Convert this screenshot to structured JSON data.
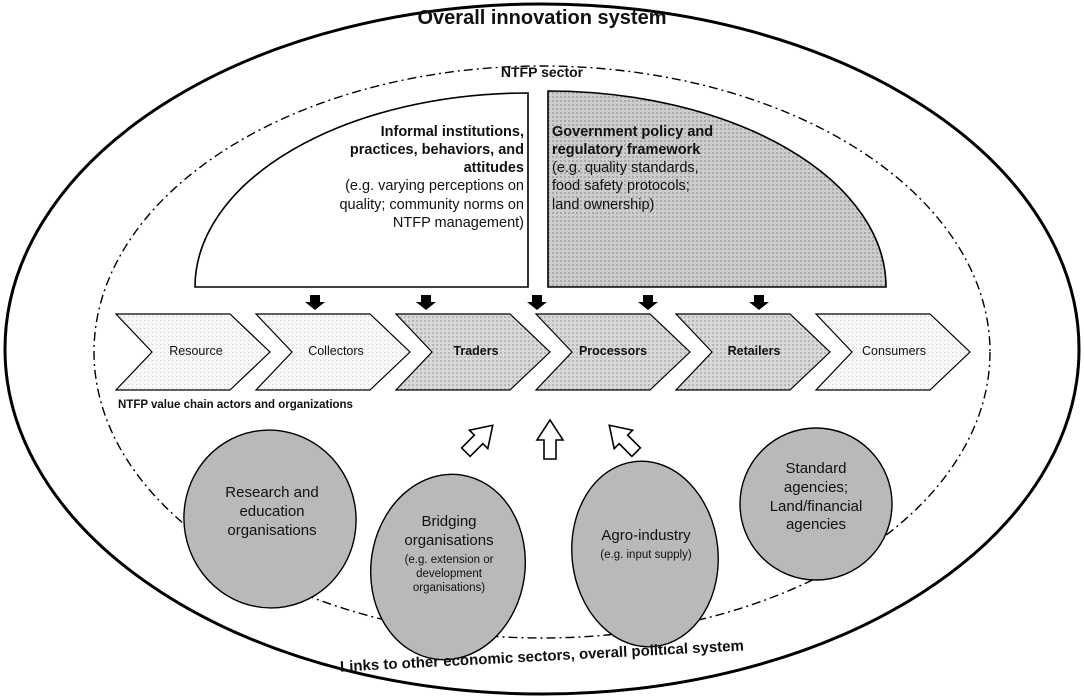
{
  "title": "Overall innovation system",
  "sector_label": "NTFP sector",
  "bottom_label": "Links to other economic sectors, overall political system",
  "informal": {
    "heading": "Informal institutions, practices, behaviors, and attitudes",
    "body": "(e.g. varying perceptions on quality; community norms on NTFP management)"
  },
  "government": {
    "heading": "Government policy and regulatory framework",
    "body": "(e.g. quality standards, food safety protocols; land ownership)"
  },
  "value_chain": {
    "caption": "NTFP value chain actors and organizations",
    "actors": [
      {
        "label": "Resource",
        "bold": false,
        "fill": "#f2f2f2"
      },
      {
        "label": "Collectors",
        "bold": false,
        "fill": "#f2f2f2"
      },
      {
        "label": "Traders",
        "bold": true,
        "fill": "#c8c8c8"
      },
      {
        "label": "Processors",
        "bold": true,
        "fill": "#c8c8c8"
      },
      {
        "label": "Retailers",
        "bold": true,
        "fill": "#c8c8c8"
      },
      {
        "label": "Consumers",
        "bold": false,
        "fill": "#f2f2f2"
      }
    ]
  },
  "organisations": [
    {
      "label": "Research and education organisations",
      "sub": ""
    },
    {
      "label": "Bridging organisations",
      "sub": "(e.g. extension or development organisations)"
    },
    {
      "label": "Agro-industry",
      "sub": "(e.g. input supply)"
    },
    {
      "label": "Standard agencies; Land/financial agencies",
      "sub": ""
    }
  ],
  "colors": {
    "outline": "#000000",
    "light_fill": "#f2f2f2",
    "dark_fill": "#c8c8c8",
    "org_fill": "#b9b9b9",
    "gov_fill": "#cfcfcf"
  }
}
